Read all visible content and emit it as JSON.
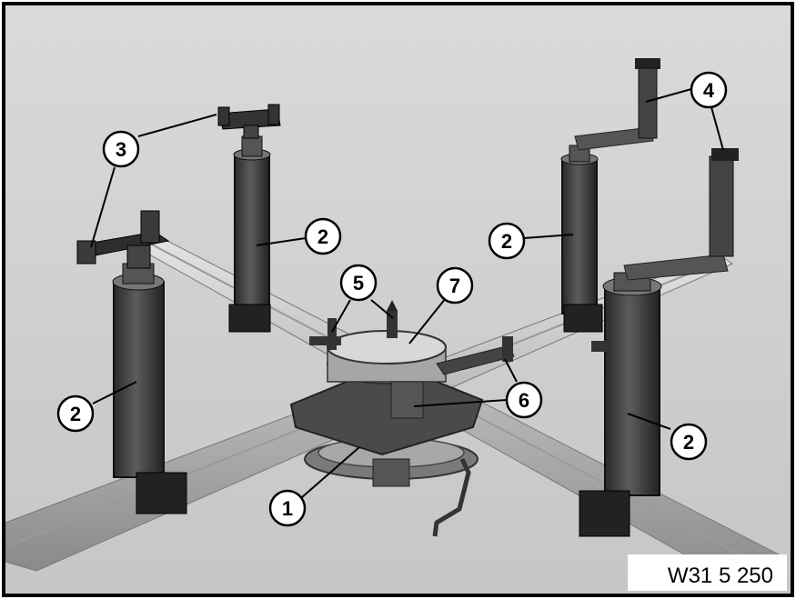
{
  "figure_code": "W31 5 250",
  "callouts": {
    "c1": "1",
    "c2a": "2",
    "c2b": "2",
    "c2c": "2",
    "c2d": "2",
    "c3": "3",
    "c4": "4",
    "c5": "5",
    "c6": "6",
    "c7": "7"
  },
  "colors": {
    "background": "#d2d2d2",
    "rail": "#bdbdbd",
    "rail_dark": "#8e8e8e",
    "column": "#3a3a3a",
    "column_light": "#6a6a6a",
    "frame": "#000000"
  }
}
